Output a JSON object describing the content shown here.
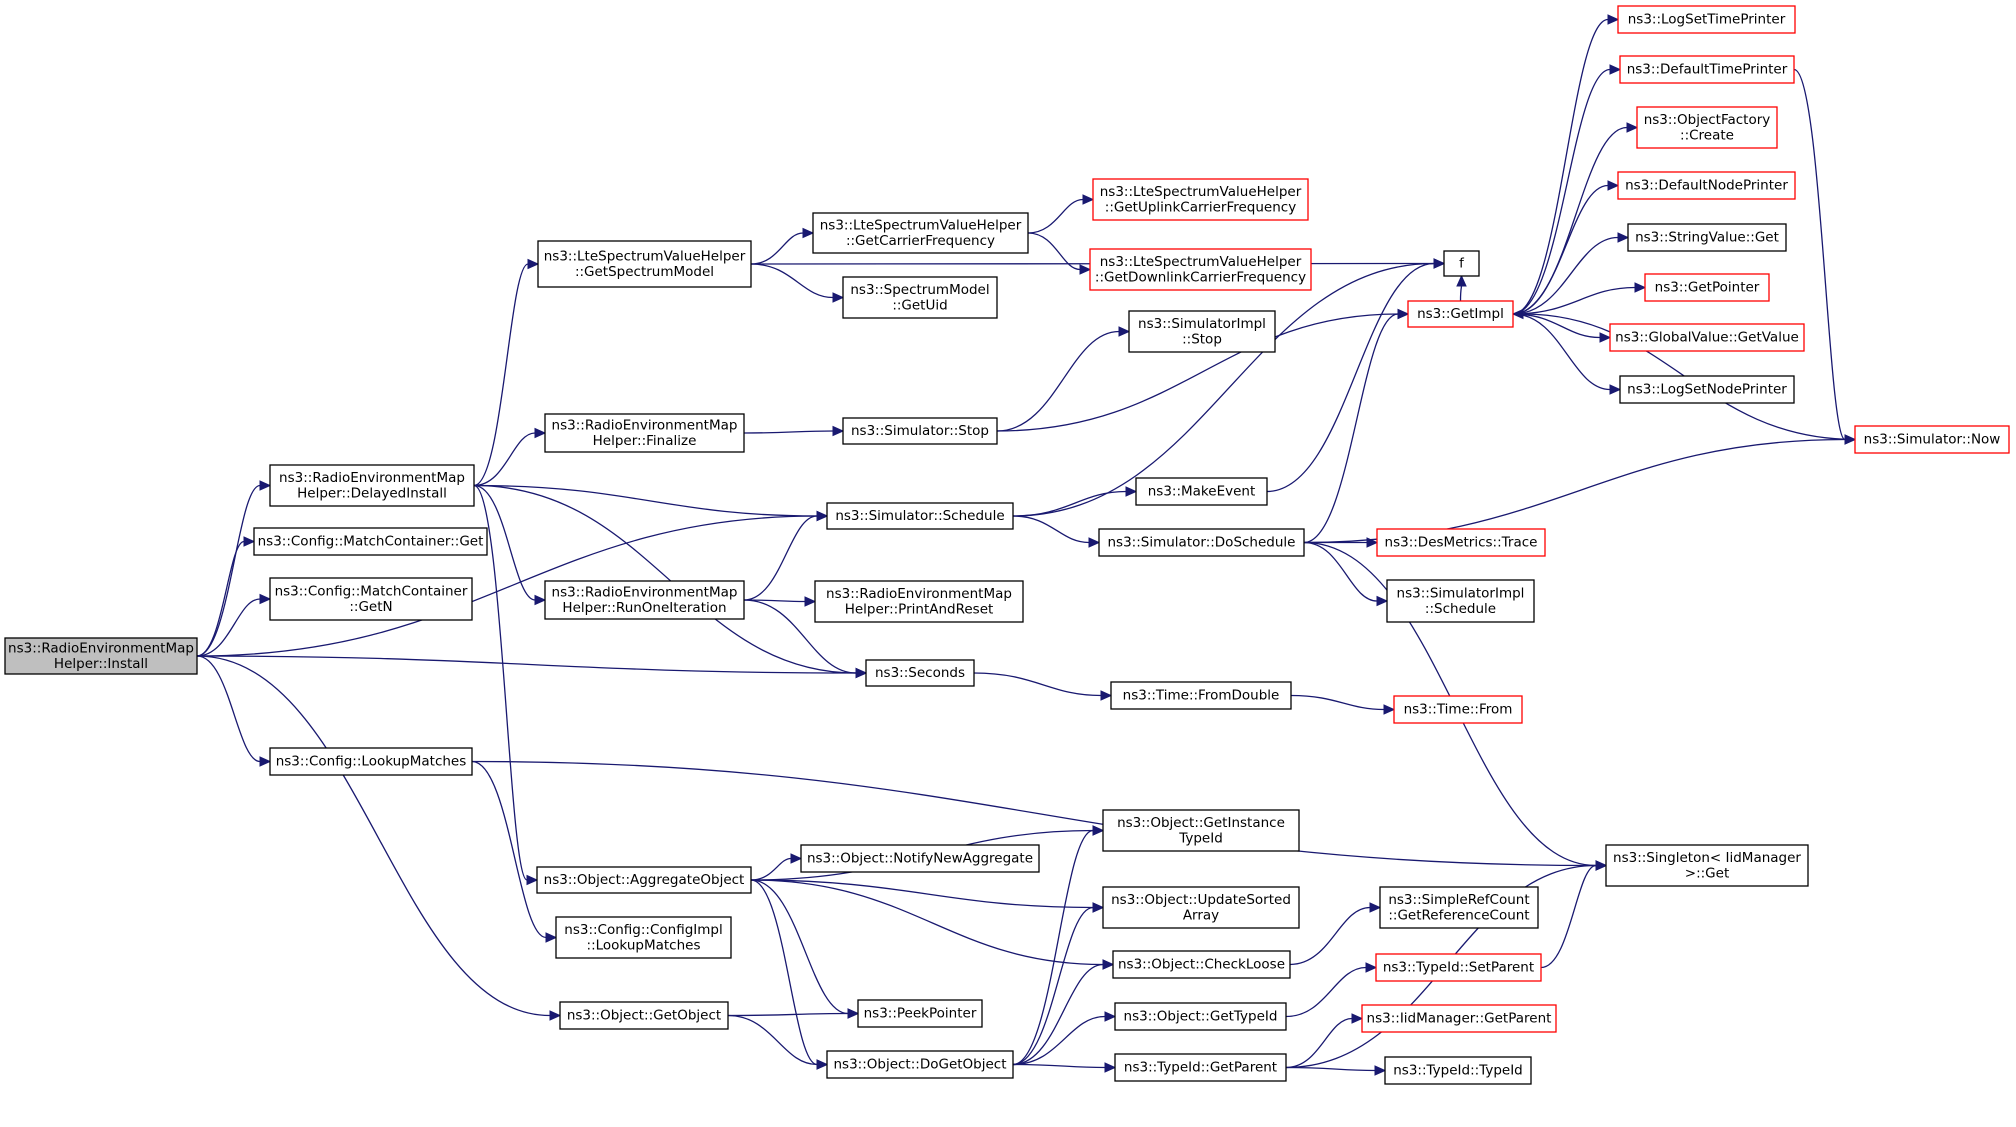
{
  "colors": {
    "edge": "#191970",
    "node_border": "#000000",
    "node_border_truncated": "#ff0000",
    "node_fill": "#ffffff",
    "root_fill": "#bfbfbf",
    "text": "#000000"
  },
  "nodes": [
    {
      "id": "install",
      "lines": [
        "ns3::RadioEnvironmentMap",
        "Helper::Install"
      ],
      "variant": "root"
    },
    {
      "id": "delayedinstall",
      "lines": [
        "ns3::RadioEnvironmentMap",
        "Helper::DelayedInstall"
      ],
      "variant": "normal"
    },
    {
      "id": "matchcontainer_get",
      "lines": [
        "ns3::Config::MatchContainer::Get"
      ],
      "variant": "normal"
    },
    {
      "id": "matchcontainer_getn",
      "lines": [
        "ns3::Config::MatchContainer",
        "::GetN"
      ],
      "variant": "normal"
    },
    {
      "id": "lookupmatches",
      "lines": [
        "ns3::Config::LookupMatches"
      ],
      "variant": "normal"
    },
    {
      "id": "getobject",
      "lines": [
        "ns3::Object::GetObject"
      ],
      "variant": "normal"
    },
    {
      "id": "getspectrummodel",
      "lines": [
        "ns3::LteSpectrumValueHelper",
        "::GetSpectrumModel"
      ],
      "variant": "normal"
    },
    {
      "id": "finalize",
      "lines": [
        "ns3::RadioEnvironmentMap",
        "Helper::Finalize"
      ],
      "variant": "normal"
    },
    {
      "id": "runoneiteration",
      "lines": [
        "ns3::RadioEnvironmentMap",
        "Helper::RunOneIteration"
      ],
      "variant": "normal"
    },
    {
      "id": "aggregateobject",
      "lines": [
        "ns3::Object::AggregateObject"
      ],
      "variant": "normal"
    },
    {
      "id": "configimpl_lookupmatches",
      "lines": [
        "ns3::Config::ConfigImpl",
        "::LookupMatches"
      ],
      "variant": "normal"
    },
    {
      "id": "getcarrierfrequency",
      "lines": [
        "ns3::LteSpectrumValueHelper",
        "::GetCarrierFrequency"
      ],
      "variant": "normal"
    },
    {
      "id": "spectrummodel_getuid",
      "lines": [
        "ns3::SpectrumModel",
        "::GetUid"
      ],
      "variant": "normal"
    },
    {
      "id": "simulator_stop",
      "lines": [
        "ns3::Simulator::Stop"
      ],
      "variant": "normal"
    },
    {
      "id": "simulator_schedule",
      "lines": [
        "ns3::Simulator::Schedule"
      ],
      "variant": "normal"
    },
    {
      "id": "printandreset",
      "lines": [
        "ns3::RadioEnvironmentMap",
        "Helper::PrintAndReset"
      ],
      "variant": "normal"
    },
    {
      "id": "seconds",
      "lines": [
        "ns3::Seconds"
      ],
      "variant": "normal"
    },
    {
      "id": "notifynewaggregate",
      "lines": [
        "ns3::Object::NotifyNewAggregate"
      ],
      "variant": "normal"
    },
    {
      "id": "peekpointer",
      "lines": [
        "ns3::PeekPointer"
      ],
      "variant": "normal"
    },
    {
      "id": "dogetobject",
      "lines": [
        "ns3::Object::DoGetObject"
      ],
      "variant": "normal"
    },
    {
      "id": "getuplinkcarrierfrequency",
      "lines": [
        "ns3::LteSpectrumValueHelper",
        "::GetUplinkCarrierFrequency"
      ],
      "variant": "truncated"
    },
    {
      "id": "getdownlinkcarrierfrequency",
      "lines": [
        "ns3::LteSpectrumValueHelper",
        "::GetDownlinkCarrierFrequency"
      ],
      "variant": "truncated"
    },
    {
      "id": "simulatorimpl_stop",
      "lines": [
        "ns3::SimulatorImpl",
        "::Stop"
      ],
      "variant": "normal"
    },
    {
      "id": "makeevent",
      "lines": [
        "ns3::MakeEvent"
      ],
      "variant": "normal"
    },
    {
      "id": "doschedule",
      "lines": [
        "ns3::Simulator::DoSchedule"
      ],
      "variant": "normal"
    },
    {
      "id": "time_fromdouble",
      "lines": [
        "ns3::Time::FromDouble"
      ],
      "variant": "normal"
    },
    {
      "id": "getinstancetypeid",
      "lines": [
        "ns3::Object::GetInstance",
        "TypeId"
      ],
      "variant": "normal"
    },
    {
      "id": "updatesortedarray",
      "lines": [
        "ns3::Object::UpdateSorted",
        "Array"
      ],
      "variant": "normal"
    },
    {
      "id": "checkloose",
      "lines": [
        "ns3::Object::CheckLoose"
      ],
      "variant": "normal"
    },
    {
      "id": "gettypeid",
      "lines": [
        "ns3::Object::GetTypeId"
      ],
      "variant": "normal"
    },
    {
      "id": "typeid_getparent",
      "lines": [
        "ns3::TypeId::GetParent"
      ],
      "variant": "normal"
    },
    {
      "id": "f",
      "lines": [
        "f"
      ],
      "variant": "normal"
    },
    {
      "id": "getimpl",
      "lines": [
        "ns3::GetImpl"
      ],
      "variant": "truncated"
    },
    {
      "id": "desmetrics_trace",
      "lines": [
        "ns3::DesMetrics::Trace"
      ],
      "variant": "truncated"
    },
    {
      "id": "simulatorimpl_schedule",
      "lines": [
        "ns3::SimulatorImpl",
        "::Schedule"
      ],
      "variant": "normal"
    },
    {
      "id": "time_from",
      "lines": [
        "ns3::Time::From"
      ],
      "variant": "truncated"
    },
    {
      "id": "simplerefcount",
      "lines": [
        "ns3::SimpleRefCount",
        "::GetReferenceCount"
      ],
      "variant": "normal"
    },
    {
      "id": "typeid_setparent",
      "lines": [
        "ns3::TypeId::SetParent"
      ],
      "variant": "truncated"
    },
    {
      "id": "iidmanager_getparent",
      "lines": [
        "ns3::IidManager::GetParent"
      ],
      "variant": "truncated"
    },
    {
      "id": "typeid_typeid",
      "lines": [
        "ns3::TypeId::TypeId"
      ],
      "variant": "normal"
    },
    {
      "id": "logsettimeprinter",
      "lines": [
        "ns3::LogSetTimePrinter"
      ],
      "variant": "truncated"
    },
    {
      "id": "defaulttimeprinter",
      "lines": [
        "ns3::DefaultTimePrinter"
      ],
      "variant": "truncated"
    },
    {
      "id": "objectfactory_create",
      "lines": [
        "ns3::ObjectFactory",
        "::Create"
      ],
      "variant": "truncated"
    },
    {
      "id": "defaultnodeprinter",
      "lines": [
        "ns3::DefaultNodePrinter"
      ],
      "variant": "truncated"
    },
    {
      "id": "stringvalue_get",
      "lines": [
        "ns3::StringValue::Get"
      ],
      "variant": "normal"
    },
    {
      "id": "getpointer",
      "lines": [
        "ns3::GetPointer"
      ],
      "variant": "truncated"
    },
    {
      "id": "globalvalue_getvalue",
      "lines": [
        "ns3::GlobalValue::GetValue"
      ],
      "variant": "truncated"
    },
    {
      "id": "logsetnodeprinter",
      "lines": [
        "ns3::LogSetNodePrinter"
      ],
      "variant": "normal"
    },
    {
      "id": "simulator_now",
      "lines": [
        "ns3::Simulator::Now"
      ],
      "variant": "truncated"
    },
    {
      "id": "singleton_get",
      "lines": [
        "ns3::Singleton< IidManager",
        ">::Get"
      ],
      "variant": "normal"
    }
  ],
  "edges": [
    [
      "install",
      "delayedinstall"
    ],
    [
      "install",
      "matchcontainer_get"
    ],
    [
      "install",
      "matchcontainer_getn"
    ],
    [
      "install",
      "simulator_schedule"
    ],
    [
      "install",
      "seconds"
    ],
    [
      "install",
      "lookupmatches"
    ],
    [
      "install",
      "getobject"
    ],
    [
      "delayedinstall",
      "getspectrummodel"
    ],
    [
      "delayedinstall",
      "finalize"
    ],
    [
      "delayedinstall",
      "simulator_schedule"
    ],
    [
      "delayedinstall",
      "runoneiteration"
    ],
    [
      "delayedinstall",
      "seconds"
    ],
    [
      "delayedinstall",
      "aggregateobject"
    ],
    [
      "getspectrummodel",
      "f"
    ],
    [
      "getspectrummodel",
      "getcarrierfrequency"
    ],
    [
      "getspectrummodel",
      "spectrummodel_getuid"
    ],
    [
      "getcarrierfrequency",
      "getuplinkcarrierfrequency"
    ],
    [
      "getcarrierfrequency",
      "getdownlinkcarrierfrequency"
    ],
    [
      "finalize",
      "simulator_stop"
    ],
    [
      "simulator_stop",
      "simulatorimpl_stop"
    ],
    [
      "simulator_stop",
      "getimpl"
    ],
    [
      "runoneiteration",
      "simulator_schedule"
    ],
    [
      "runoneiteration",
      "printandreset"
    ],
    [
      "runoneiteration",
      "seconds"
    ],
    [
      "simulator_schedule",
      "f"
    ],
    [
      "simulator_schedule",
      "makeevent"
    ],
    [
      "simulator_schedule",
      "doschedule"
    ],
    [
      "makeevent",
      "f"
    ],
    [
      "doschedule",
      "getimpl"
    ],
    [
      "doschedule",
      "simulator_now"
    ],
    [
      "doschedule",
      "desmetrics_trace"
    ],
    [
      "doschedule",
      "simulatorimpl_schedule"
    ],
    [
      "doschedule",
      "singleton_get"
    ],
    [
      "seconds",
      "time_fromdouble"
    ],
    [
      "time_fromdouble",
      "time_from"
    ],
    [
      "lookupmatches",
      "singleton_get"
    ],
    [
      "lookupmatches",
      "configimpl_lookupmatches"
    ],
    [
      "aggregateobject",
      "getinstancetypeid"
    ],
    [
      "aggregateobject",
      "notifynewaggregate"
    ],
    [
      "aggregateobject",
      "updatesortedarray"
    ],
    [
      "aggregateobject",
      "checkloose"
    ],
    [
      "aggregateobject",
      "peekpointer"
    ],
    [
      "aggregateobject",
      "dogetobject"
    ],
    [
      "getobject",
      "peekpointer"
    ],
    [
      "getobject",
      "dogetobject"
    ],
    [
      "dogetobject",
      "getinstancetypeid"
    ],
    [
      "dogetobject",
      "updatesortedarray"
    ],
    [
      "dogetobject",
      "checkloose"
    ],
    [
      "dogetobject",
      "gettypeid"
    ],
    [
      "dogetobject",
      "typeid_getparent"
    ],
    [
      "checkloose",
      "simplerefcount"
    ],
    [
      "gettypeid",
      "typeid_setparent"
    ],
    [
      "typeid_setparent",
      "singleton_get"
    ],
    [
      "typeid_getparent",
      "iidmanager_getparent"
    ],
    [
      "typeid_getparent",
      "typeid_typeid"
    ],
    [
      "typeid_getparent",
      "singleton_get"
    ],
    [
      "getimpl",
      "logsettimeprinter"
    ],
    [
      "getimpl",
      "defaulttimeprinter"
    ],
    [
      "getimpl",
      "objectfactory_create"
    ],
    [
      "getimpl",
      "defaultnodeprinter"
    ],
    [
      "getimpl",
      "stringvalue_get"
    ],
    [
      "getimpl",
      "getpointer"
    ],
    [
      "getimpl",
      "globalvalue_getvalue"
    ],
    [
      "getimpl",
      "logsetnodeprinter"
    ],
    [
      "getimpl",
      "f"
    ],
    [
      "defaulttimeprinter",
      "simulator_now"
    ],
    [
      "simulator_now",
      "getimpl"
    ]
  ]
}
